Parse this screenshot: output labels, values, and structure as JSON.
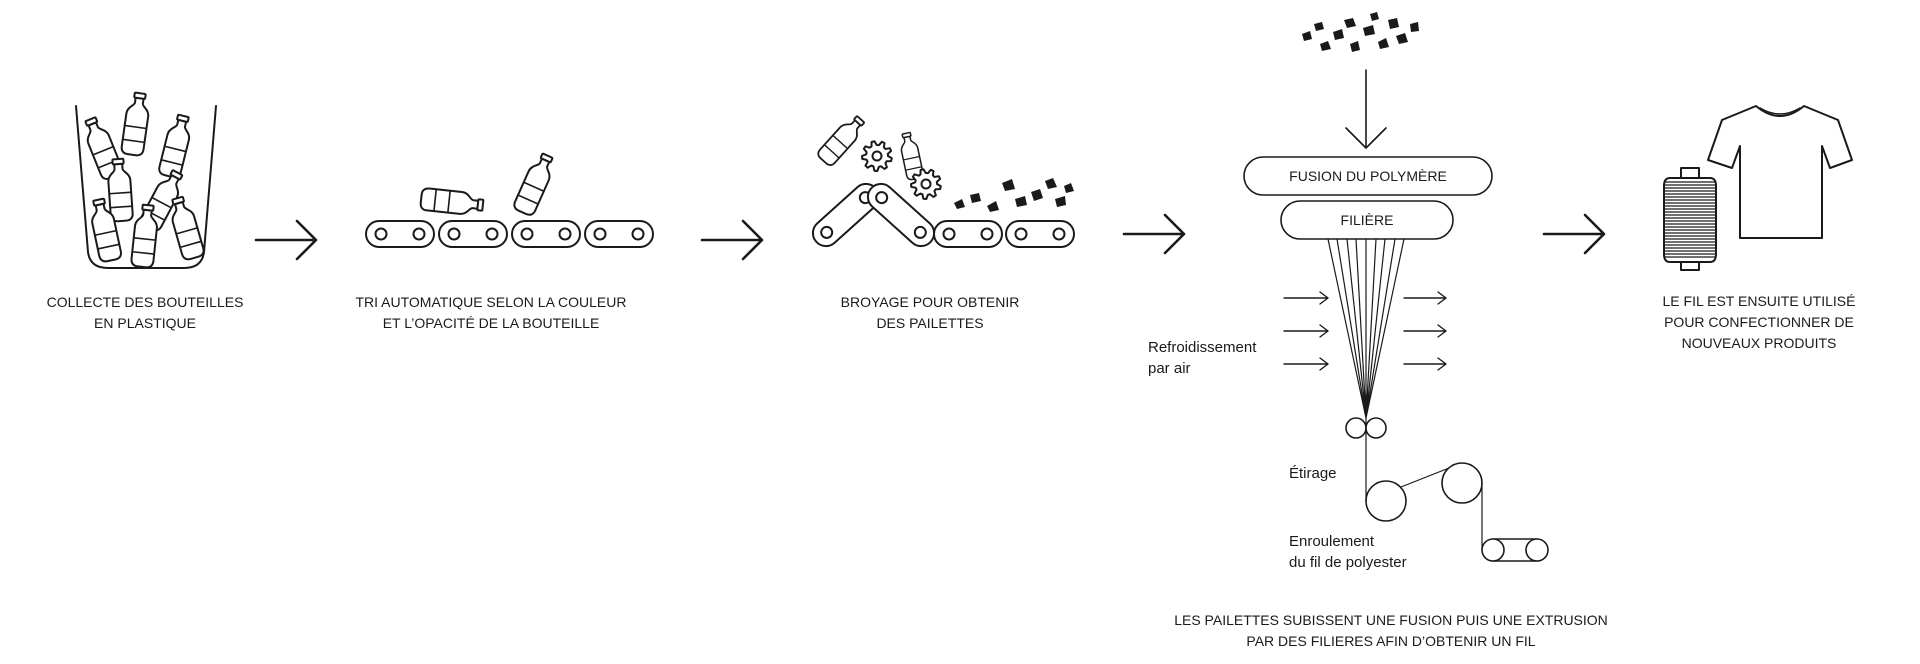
{
  "steps": {
    "collect": {
      "caption": [
        "COLLECTE DES BOUTEILLES",
        "EN PLASTIQUE"
      ],
      "icon": "bottle-bin-icon"
    },
    "sort": {
      "caption": [
        "TRI AUTOMATIQUE SELON LA COULEUR",
        "ET L’OPACITÉ DE LA BOUTEILLE"
      ],
      "icon": "sorting-conveyor-icon"
    },
    "shred": {
      "caption": [
        "BROYAGE POUR OBTENIR",
        "DES PAILETTES"
      ],
      "icon": "shredder-icon"
    },
    "extrusion": {
      "caption": [
        "LES PAILETTES SUBISSENT UNE FUSION PUIS UNE EXTRUSION",
        "PAR DES FILIERES AFIN D’OBTENIR UN FIL"
      ],
      "melt_label": "FUSION DU POLYMÈRE",
      "spinneret_label": "FILIÈRE",
      "cooling_label": [
        "Refroidissement",
        "par air"
      ],
      "drawing_label": "Étirage",
      "winding_label": [
        "Enroulement",
        "du fil de polyester"
      ],
      "icon": "extrusion-line-icon"
    },
    "use": {
      "caption": [
        "LE FIL EST ENSUITE UTILISÉ",
        "POUR CONFECTIONNER DE",
        "NOUVEAUX PRODUITS"
      ],
      "icons": [
        "thread-spool-icon",
        "t-shirt-icon"
      ]
    }
  },
  "connector_icon": "arrow-right-icon",
  "colors": {
    "ink": "#1a1a1a",
    "background": "#ffffff"
  }
}
